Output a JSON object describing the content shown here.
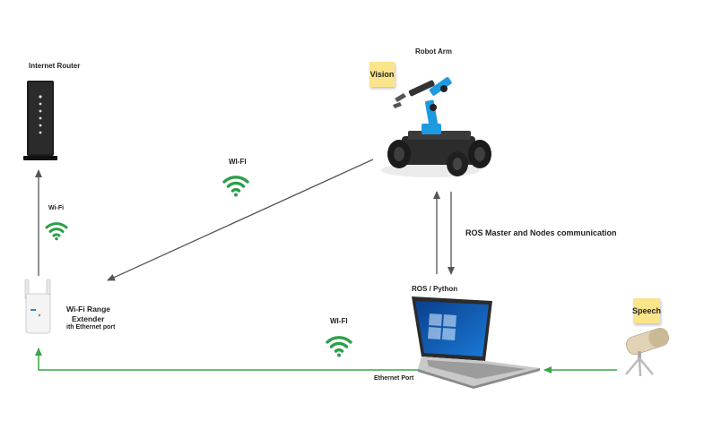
{
  "labels": {
    "internet_router": "Internet Router",
    "robot_arm": "Robot Arm",
    "vision": "Vision",
    "wifi_top": "WI-FI",
    "wifi_left": "Wi-Fi",
    "ros_comm": "ROS Master and Nodes communication",
    "extender_line1": "Wi-Fi Range",
    "extender_line2": "Extender",
    "extender_line3": "ith Ethernet port",
    "ros_python": "ROS / Python",
    "wifi_bottom": "WI-FI",
    "speech": "Speech",
    "ethernet_port": "Ethernet Port"
  },
  "colors": {
    "wifi_green": "#2e9e4a",
    "link_green": "#3aa548",
    "arrow_gray": "#555555",
    "robot_blue": "#1e9be0",
    "sticky_yellow": "#fbe58a"
  },
  "icons": [
    "router-icon",
    "robot-arm-icon",
    "range-extender-icon",
    "laptop-icon",
    "microphone-icon",
    "wifi-icon"
  ]
}
